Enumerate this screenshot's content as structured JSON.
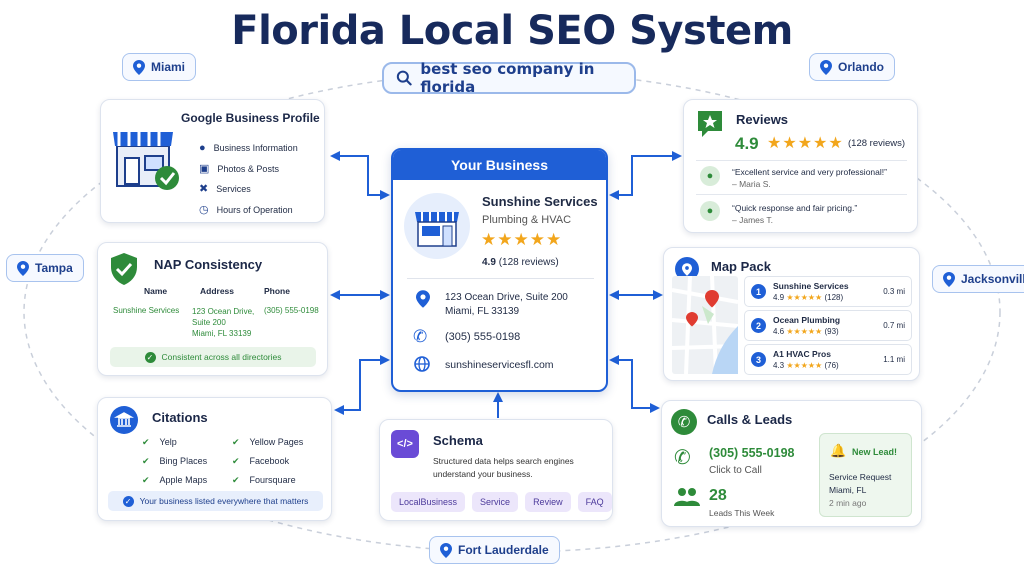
{
  "title": "Florida Local SEO System",
  "search": {
    "query": "best seo company in florida"
  },
  "cities": {
    "miami": "Miami",
    "orlando": "Orlando",
    "tampa": "Tampa",
    "jacksonville": "Jacksonville",
    "fort_lauderdale": "Fort Lauderdale"
  },
  "gbp": {
    "title": "Google Business Profile",
    "items": [
      "Business Information",
      "Photos & Posts",
      "Services",
      "Hours of Operation"
    ]
  },
  "nap": {
    "title": "NAP Consistency",
    "headers": [
      "Name",
      "Address",
      "Phone"
    ],
    "name": "Sunshine Services",
    "address": [
      "123 Ocean Drive,",
      "Suite 200",
      "Miami, FL 33139"
    ],
    "phone": "(305) 555-0198",
    "footer": "Consistent across all directories"
  },
  "citations": {
    "title": "Citations",
    "left": [
      "Yelp",
      "Bing Places",
      "Apple Maps"
    ],
    "right": [
      "Yellow Pages",
      "Facebook",
      "Foursquare"
    ],
    "footer": "Your business listed everywhere that matters"
  },
  "business": {
    "header": "Your Business",
    "name": "Sunshine Services",
    "category": "Plumbing & HVAC",
    "stars": "★★★★★",
    "rating_text": "4.9",
    "reviews_text": "(128 reviews)",
    "address1": "123 Ocean Drive, Suite 200",
    "address2": "Miami, FL 33139",
    "phone": "(305) 555-0198",
    "website": "sunshineservicesfl.com"
  },
  "schema": {
    "title": "Schema",
    "desc1": "Structured data helps search engines",
    "desc2": "understand your business.",
    "tags": [
      "LocalBusiness",
      "Service",
      "Review",
      "FAQ"
    ]
  },
  "reviews": {
    "title": "Reviews",
    "rating": "4.9",
    "stars": "★★★★★",
    "count": "(128 reviews)",
    "items": [
      {
        "quote": "“Excellent service and very professional!”",
        "author": "– Maria S."
      },
      {
        "quote": "“Quick response and fair pricing.”",
        "author": "– James T."
      }
    ]
  },
  "map_pack": {
    "title": "Map Pack",
    "items": [
      {
        "rank": "1",
        "name": "Sunshine Services",
        "rating": "4.9",
        "stars": "★★★★★",
        "count": "(128)",
        "dist": "0.3 mi"
      },
      {
        "rank": "2",
        "name": "Ocean Plumbing",
        "rating": "4.6",
        "stars": "★★★★★",
        "count": "(93)",
        "dist": "0.7 mi"
      },
      {
        "rank": "3",
        "name": "A1 HVAC Pros",
        "rating": "4.3",
        "stars": "★★★★★",
        "count": "(76)",
        "dist": "1.1 mi"
      }
    ]
  },
  "calls": {
    "title": "Calls & Leads",
    "phone": "(305) 555-0198",
    "click": "Click to Call",
    "leads_num": "28",
    "leads_label": "Leads This Week",
    "lead": {
      "badge": "New Lead!",
      "type": "Service Request",
      "loc": "Miami, FL",
      "time": "2 min ago"
    }
  },
  "colors": {
    "accent": "#1f5fd6",
    "navy": "#172a5c",
    "green": "#2e8b3a",
    "star": "#f2a61c"
  }
}
